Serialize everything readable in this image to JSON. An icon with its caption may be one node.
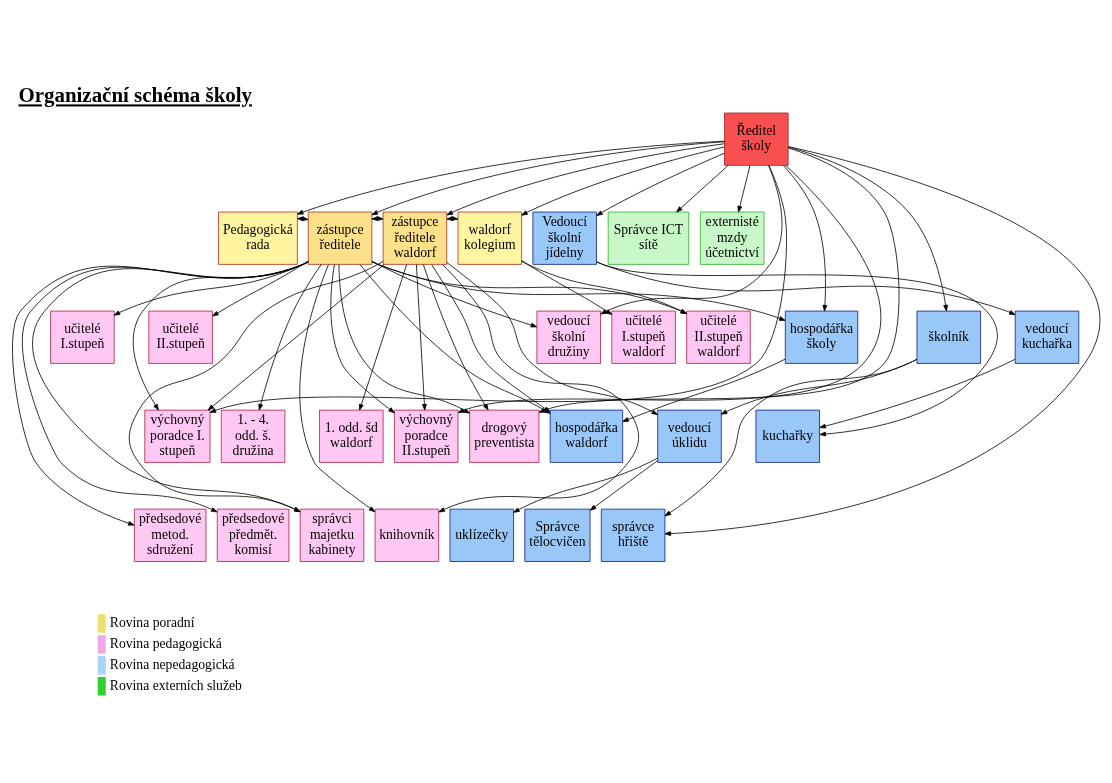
{
  "diagram": {
    "title": "Organizační schéma školy",
    "nodes": [
      {
        "text": [
          "Ředitel školy"
        ]
      },
      {
        "text": [
          "Pedagogická rada"
        ]
      },
      {
        "text": [
          "zástupce ředitele"
        ]
      },
      {
        "text": [
          "zástupce ředitele waldorf"
        ]
      },
      {
        "text": [
          "waldorf kolegium"
        ]
      },
      {
        "text": [
          "Vedoucí školní jídelny"
        ]
      },
      {
        "text": [
          "Správce ICT sítě"
        ]
      },
      {
        "text": [
          "externisté mzdy účetnictví"
        ]
      },
      {
        "text": [
          "učitelé I.stupeň"
        ]
      },
      {
        "text": [
          "učitelé II.stupeň"
        ]
      },
      {
        "text": [
          "vedoucí školní družiny"
        ]
      },
      {
        "text": [
          "učitelé I.stupeň waldorf"
        ]
      },
      {
        "text": [
          "učitelé II.stupeň waldorf"
        ]
      },
      {
        "text": [
          "hospodářka školy"
        ]
      },
      {
        "text": [
          "školník"
        ]
      },
      {
        "text": [
          "vedoucí kuchařka"
        ]
      },
      {
        "text": [
          "výchovný poradce I. stupeň"
        ]
      },
      {
        "text": [
          "1. - 4. odd. š. družina"
        ]
      },
      {
        "text": [
          "1. odd. šd waldorf"
        ]
      },
      {
        "text": [
          "výchovný poradce II.stupeň"
        ]
      },
      {
        "text": [
          "drogový preventista"
        ]
      },
      {
        "text": [
          "hospodářka waldorf"
        ]
      },
      {
        "text": [
          "vedoucí úklidu"
        ]
      },
      {
        "text": [
          "kuchařky"
        ]
      },
      {
        "text": [
          "předsedové metod. sdružení"
        ]
      },
      {
        "text": [
          "předsedové předmět. komisí"
        ]
      },
      {
        "text": [
          "správci majetku kabinety"
        ]
      },
      {
        "text": [
          "knihovník"
        ]
      },
      {
        "text": [
          "uklízečky"
        ]
      },
      {
        "text": [
          "Správce tělocvičen"
        ]
      },
      {
        "text": [
          "správce hřiště"
        ]
      }
    ],
    "edges": [
      {
        "from": 0,
        "to": 1,
        "arrow": "to"
      },
      {
        "from": 0,
        "to": 2,
        "arrow": "to"
      },
      {
        "from": 0,
        "to": 3,
        "arrow": "to"
      },
      {
        "from": 0,
        "to": 4,
        "arrow": "to"
      },
      {
        "from": 0,
        "to": 5,
        "arrow": "to"
      },
      {
        "from": 0,
        "to": 6,
        "arrow": "to"
      },
      {
        "from": 0,
        "to": 7,
        "arrow": "to"
      },
      {
        "from": 0,
        "to": 16,
        "arrow": "to"
      },
      {
        "from": 0,
        "to": 10,
        "arrow": "to"
      },
      {
        "from": 0,
        "to": 19,
        "arrow": "to"
      },
      {
        "from": 0,
        "to": 13,
        "arrow": "to"
      },
      {
        "from": 0,
        "to": 20,
        "arrow": "to"
      },
      {
        "from": 0,
        "to": 14,
        "arrow": "to"
      },
      {
        "from": 0,
        "to": 30,
        "arrow": "to"
      },
      {
        "from": 1,
        "to": 2,
        "arrow": "both"
      },
      {
        "from": 2,
        "to": 3,
        "arrow": "both"
      },
      {
        "from": 3,
        "to": 4,
        "arrow": "both"
      },
      {
        "from": 2,
        "to": 8,
        "arrow": "to"
      },
      {
        "from": 2,
        "to": 9,
        "arrow": "to"
      },
      {
        "from": 2,
        "to": 10,
        "arrow": "to"
      },
      {
        "from": 2,
        "to": 17,
        "arrow": "to"
      },
      {
        "from": 2,
        "to": 12,
        "arrow": "to"
      },
      {
        "from": 2,
        "to": 13,
        "arrow": "to"
      },
      {
        "from": 2,
        "to": 16,
        "arrow": "to"
      },
      {
        "from": 2,
        "to": 19,
        "arrow": "to"
      },
      {
        "from": 2,
        "to": 20,
        "arrow": "to"
      },
      {
        "from": 2,
        "to": 21,
        "arrow": "to"
      },
      {
        "from": 2,
        "to": 24,
        "arrow": "to"
      },
      {
        "from": 2,
        "to": 25,
        "arrow": "to"
      },
      {
        "from": 2,
        "to": 26,
        "arrow": "to"
      },
      {
        "from": 2,
        "to": 27,
        "arrow": "to"
      },
      {
        "from": 3,
        "to": 18,
        "arrow": "to"
      },
      {
        "from": 3,
        "to": 16,
        "arrow": "to"
      },
      {
        "from": 3,
        "to": 19,
        "arrow": "to"
      },
      {
        "from": 3,
        "to": 20,
        "arrow": "to"
      },
      {
        "from": 3,
        "to": 21,
        "arrow": "to"
      },
      {
        "from": 3,
        "to": 22,
        "arrow": "to"
      },
      {
        "from": 3,
        "to": 26,
        "arrow": "to"
      },
      {
        "from": 3,
        "to": 27,
        "arrow": "to"
      },
      {
        "from": 4,
        "to": 11,
        "arrow": "to"
      },
      {
        "from": 4,
        "to": 12,
        "arrow": "to"
      },
      {
        "from": 5,
        "to": 15,
        "arrow": "to"
      },
      {
        "from": 5,
        "to": 23,
        "arrow": "to"
      },
      {
        "from": 13,
        "to": 21,
        "arrow": "to"
      },
      {
        "from": 14,
        "to": 22,
        "arrow": "to"
      },
      {
        "from": 14,
        "to": 30,
        "arrow": "to"
      },
      {
        "from": 15,
        "to": 23,
        "arrow": "to"
      },
      {
        "from": 22,
        "to": 28,
        "arrow": "to"
      },
      {
        "from": 22,
        "to": 29,
        "arrow": "to"
      }
    ],
    "legend": [
      {
        "text": "Rovina poradní",
        "color": "#f0e070"
      },
      {
        "text": "Rovina pedagogická",
        "color": "#f0a8e8"
      },
      {
        "text": "Rovina nepedagogická",
        "color": "#a8d4f0"
      },
      {
        "text": "Rovina externích služeb",
        "color": "#30d030"
      }
    ]
  }
}
